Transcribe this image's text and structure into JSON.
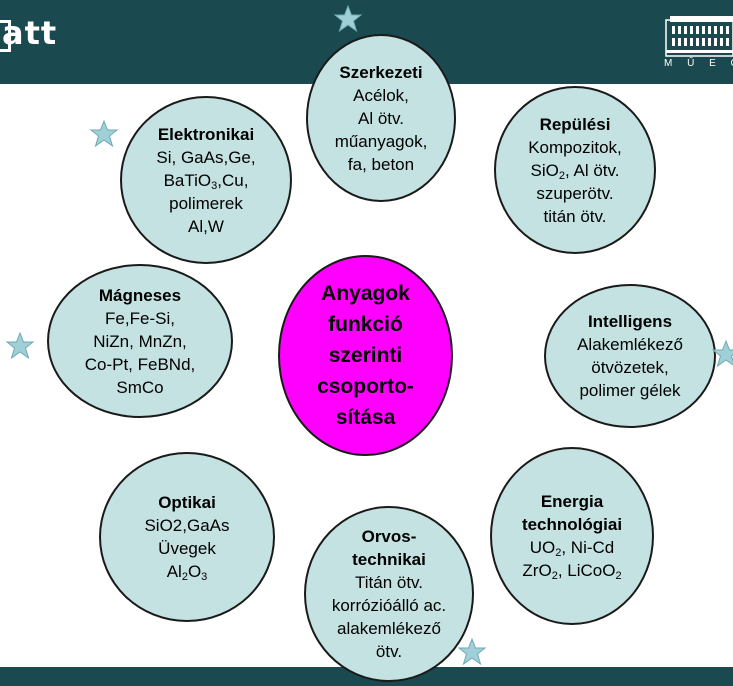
{
  "header": {
    "logo_text": "att",
    "university_text": "M Ű E G Y"
  },
  "center": {
    "lines": [
      "Anyagok",
      "funkció",
      "szerinti",
      "csoporto-",
      "sítása"
    ]
  },
  "groups": {
    "szerkezeti": {
      "title": "Szerkezeti",
      "lines": [
        "Acélok,",
        "Al ötv.",
        "műanyagok,",
        "fa, beton"
      ]
    },
    "elektronikai": {
      "title": "Elektronikai",
      "l1": "Si, GaAs,Ge,",
      "l2a": "BaTiO",
      "l2sub": "3",
      "l2b": ",Cu,",
      "l3": "polimerek",
      "l4": "Al,W"
    },
    "repulesi": {
      "title": "Repülési",
      "l1": "Kompozitok,",
      "l2a": "SiO",
      "l2sub": "2",
      "l2b": ", Al ötv.",
      "l3": "szuperötv.",
      "l4": "titán ötv."
    },
    "magneses": {
      "title": "Mágneses",
      "lines": [
        "Fe,Fe-Si,",
        "NiZn, MnZn,",
        "Co-Pt, FeBNd,",
        "SmCo"
      ]
    },
    "intelligens": {
      "title": "Intelligens",
      "lines": [
        "Alakemlékező",
        "ötvözetek,",
        "polimer gélek"
      ]
    },
    "optikai": {
      "title": "Optikai",
      "l1": "SiO2,GaAs",
      "l2": "Üvegek",
      "l3a": "Al",
      "l3sub1": "2",
      "l3b": "O",
      "l3sub2": "3"
    },
    "energia": {
      "title1": "Energia",
      "title2": "technológiai",
      "l1a": "UO",
      "l1sub": "2",
      "l1b": ", Ni-Cd",
      "l2a": "ZrO",
      "l2sub": "2",
      "l2b": ", LiCoO",
      "l2sub2": "2"
    },
    "orvos": {
      "title1": "Orvos-",
      "title2": "technikai",
      "lines": [
        "Titán ötv.",
        "korrózióálló ac.",
        "alakemlékező",
        "ötv."
      ]
    }
  },
  "colors": {
    "bar": "#1a4a4f",
    "circle_fill": "#c5e2e2",
    "center_fill": "#ff00ff",
    "star": "#9fd0d8"
  },
  "icons": [
    "star-icon",
    "university-building-icon"
  ]
}
